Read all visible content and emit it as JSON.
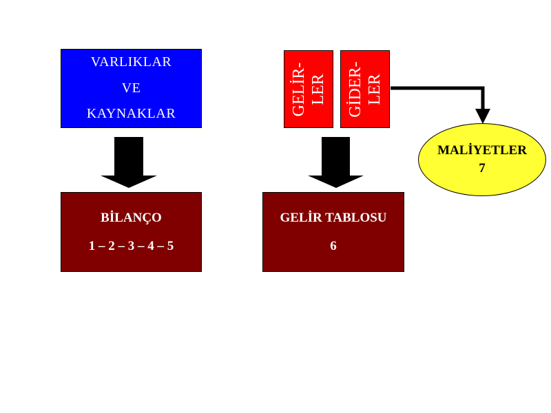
{
  "boxes": {
    "varliklar_kaynaklar": {
      "lines": [
        "VARLIKLAR",
        "VE",
        "KAYNAKLAR"
      ]
    },
    "gelirler": {
      "lines": [
        "GELİR-",
        "LER"
      ]
    },
    "giderler": {
      "lines": [
        "GİDER-",
        "LER"
      ]
    },
    "bilanco": {
      "title": "BİLANÇO",
      "subtitle": "1 – 2 – 3 – 4 – 5"
    },
    "gelir_tablosu": {
      "title": "GELİR TABLOSU",
      "subtitle": "6"
    },
    "maliyetler": {
      "title": "MALİYETLER",
      "subtitle": "7"
    }
  },
  "colors": {
    "blue_box": "#0000ff",
    "red_box": "#ff0000",
    "maroon_box": "#800000",
    "ellipse": "#ffff33",
    "arrow": "#000000"
  }
}
